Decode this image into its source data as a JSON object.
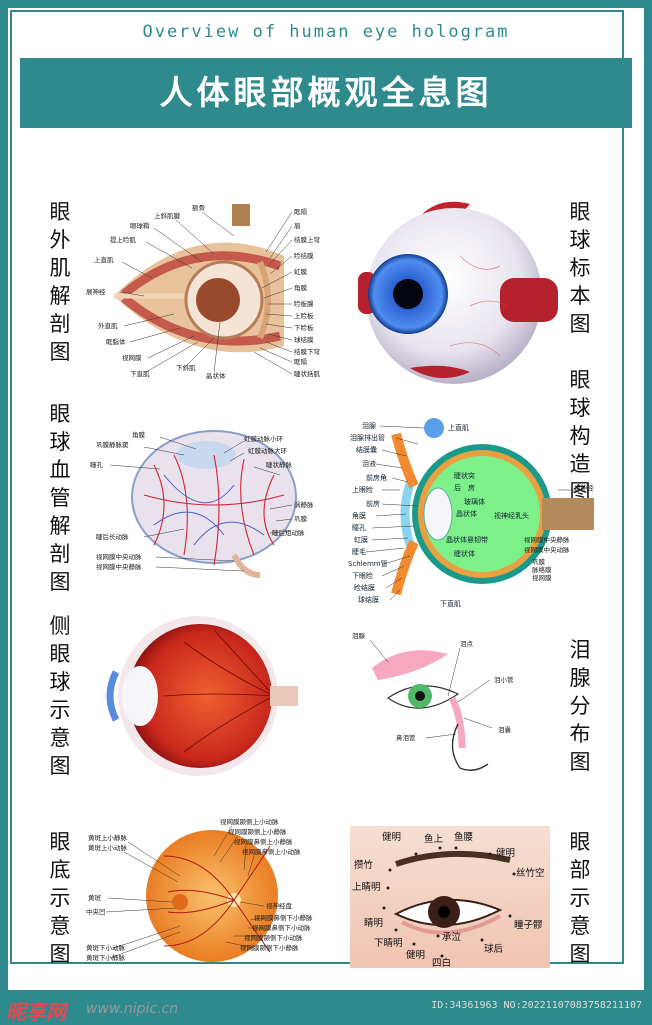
{
  "header": {
    "subtitle": "Overview of human eye hologram",
    "title": "人体眼部概观全息图"
  },
  "sections": {
    "extraocular": "眼外肌解剖图",
    "specimen": "眼球标本图",
    "vascular": "眼球血管解剖图",
    "structure": "眼球构造图",
    "lateral": "侧眼球示意图",
    "lacrimal": "泪腺分布图",
    "fundus": "眼底示意图",
    "region": "眼部示意图"
  },
  "muscle_labels": {
    "l1": "额骨",
    "l2": "上斜肌腱",
    "l3": "眼球鞘",
    "l4": "提上睑肌",
    "l5": "上直肌",
    "l6": "展神经",
    "l7": "外直肌",
    "l8": "眶脂体",
    "l9": "视网膜",
    "l10": "下直肌",
    "l11": "下斜肌",
    "l12": "晶状体",
    "r1": "眶隔",
    "r2": "眉",
    "r3": "结膜上穹",
    "r4": "睑结膜",
    "r5": "虹膜",
    "r6": "角膜",
    "r7": "睑板腺",
    "r8": "上睑板",
    "r9": "下睑板",
    "r10": "球结膜",
    "r11": "结膜下穹",
    "r12": "眶隔",
    "r13": "睫状括肌"
  },
  "vessel_labels": {
    "a": "角膜",
    "b": "巩膜静脉窦",
    "c": "瞳孔",
    "d": "虹膜动脉小环",
    "e": "虹膜动脉大环",
    "f": "睫状静脉",
    "g": "涡静脉",
    "h": "巩膜",
    "i": "睫后短动脉",
    "j": "睫后长动脉",
    "k": "视网膜中央动脉",
    "l": "视网膜中央静脉"
  },
  "structure_labels": {
    "a": "泪腺",
    "b": "上直肌",
    "c": "泪腺排出管",
    "d": "结膜囊",
    "e": "泪液",
    "f": "前房角",
    "g": "上眼睑",
    "h": "前房",
    "i": "角膜",
    "j": "瞳孔",
    "k": "虹膜",
    "l": "睫毛",
    "m": "Schlemm管",
    "n": "下眼睑",
    "o": "睑结膜",
    "p": "球结膜",
    "q": "下直肌",
    "c1": "睫状突",
    "c2": "后　房",
    "c3": "玻璃体",
    "c4": "晶状体",
    "c5": "视神经乳头",
    "c6": "晶状体悬韧带",
    "c7": "睫状体",
    "r1": "视神经",
    "r2": "视网膜中央静脉",
    "r3": "视网膜中央动脉",
    "r4": "巩膜",
    "r5": "脉络膜",
    "r6": "视网膜"
  },
  "lacrimal_labels": {
    "a": "泪腺",
    "b": "泪点",
    "c": "泪小管",
    "d": "泪囊",
    "e": "鼻泪管"
  },
  "fundus_labels": {
    "a": "黄斑上小静脉",
    "b": "黄斑上小动脉",
    "c": "黄斑",
    "d": "中央凹",
    "e": "黄斑下小动脉",
    "f": "黄斑下小静脉",
    "g": "视网膜颞侧上小动脉",
    "h": "视网膜颞侧上小静脉",
    "i": "视网膜鼻侧上小静脉",
    "j": "视网膜鼻侧上小动脉",
    "k": "视神经盘",
    "l": "视网膜鼻侧下小静脉",
    "m": "视网膜鼻侧下小动脉",
    "n": "视网膜颞侧下小动脉",
    "o": "视网膜颞侧下小静脉"
  },
  "acupoints": {
    "a": "鱼上",
    "b": "鱼腰",
    "c": "健明",
    "d": "攒竹",
    "e": "健明",
    "f": "丝竹空",
    "g": "上睛明",
    "h": "睛明",
    "i": "瞳子髎",
    "j": "下睛明",
    "k": "承泣",
    "l": "健明",
    "m": "球后",
    "n": "四白"
  },
  "footer": {
    "logo": "昵享网",
    "site": "www.nipic.cn",
    "id": "ID:34361963 NO:20221107083758211107"
  }
}
